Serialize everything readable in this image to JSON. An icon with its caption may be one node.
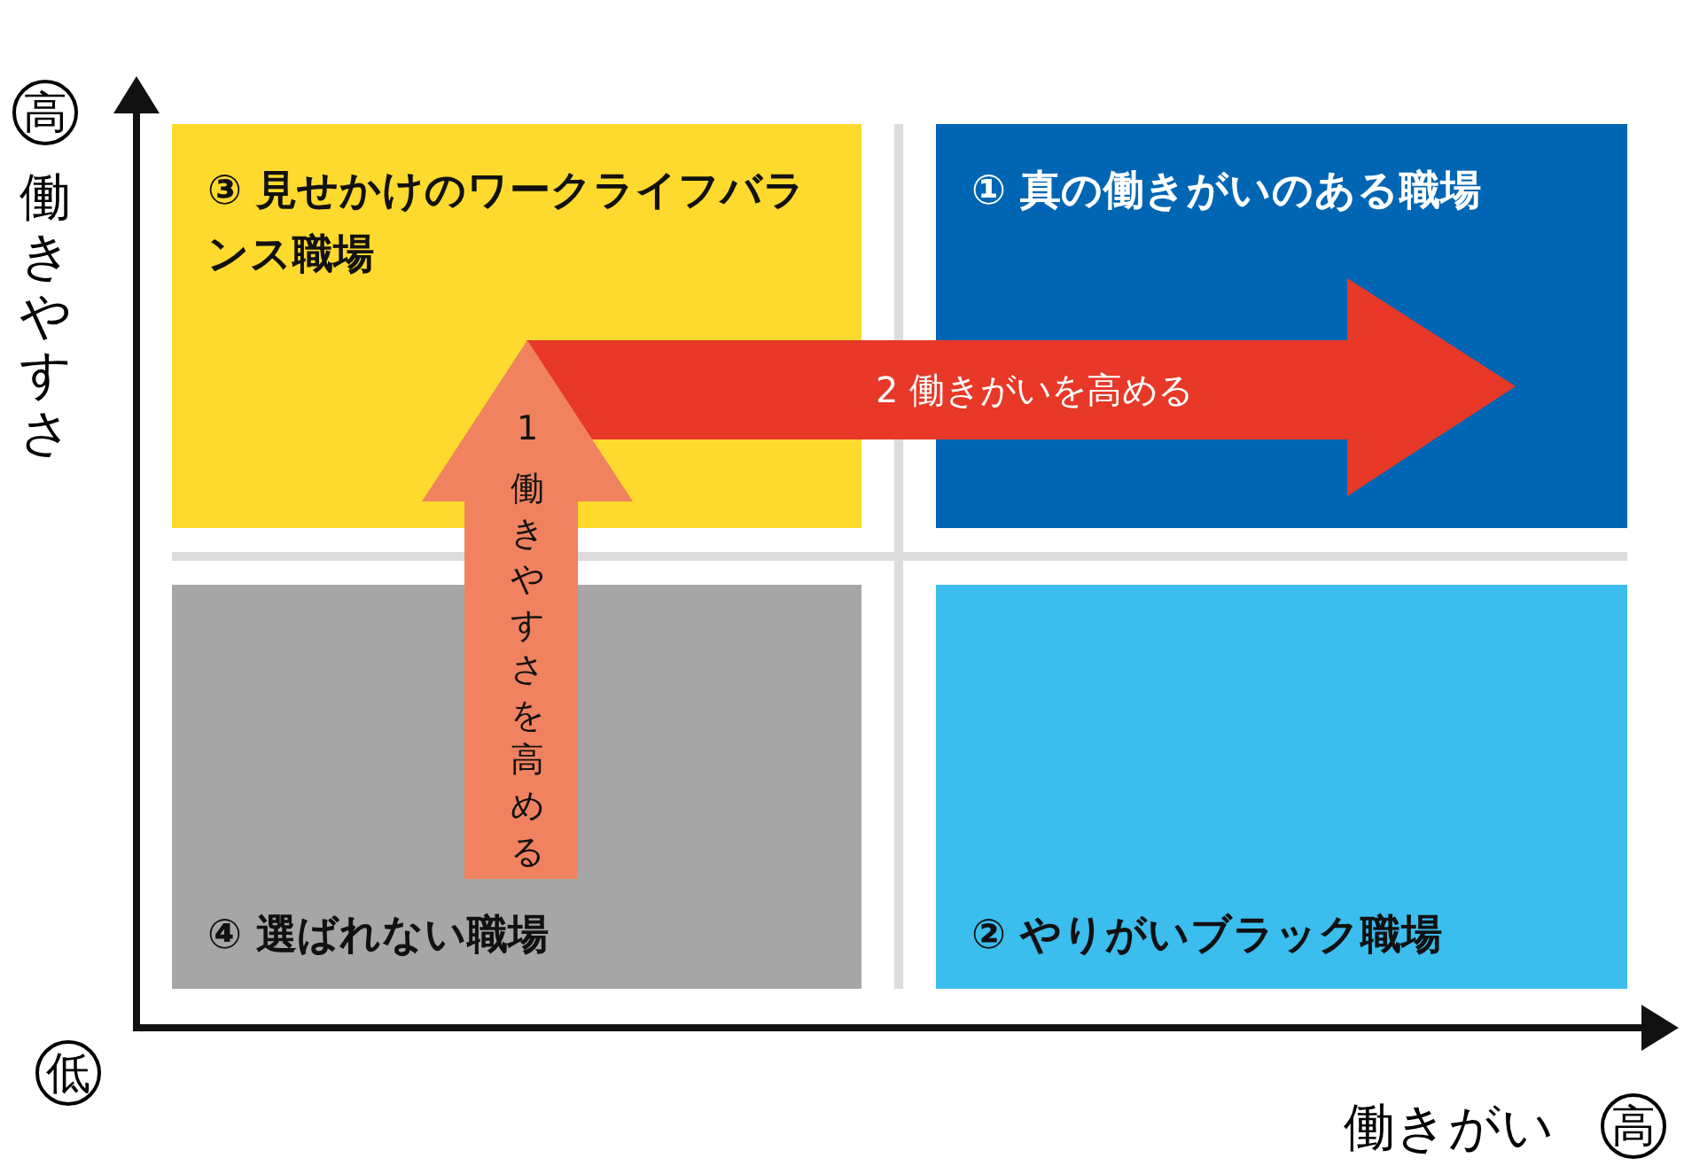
{
  "diagram": {
    "nodes": [
      {
        "text": [
          "③ 見せかけのワークライフバランス職場"
        ]
      },
      {
        "text": [
          "① 真の働きがいのある職場"
        ]
      },
      {
        "text": [
          "④ 選ばれない職場"
        ]
      },
      {
        "text": [
          "② やりがいブラック職場"
        ]
      },
      {
        "text": [
          "2 働きがいを高める"
        ]
      },
      {
        "text": [
          "1",
          "働きやすさを高める"
        ]
      }
    ],
    "labels": [
      "高",
      "働きやすさ",
      "低",
      "働きがい",
      "高"
    ]
  }
}
